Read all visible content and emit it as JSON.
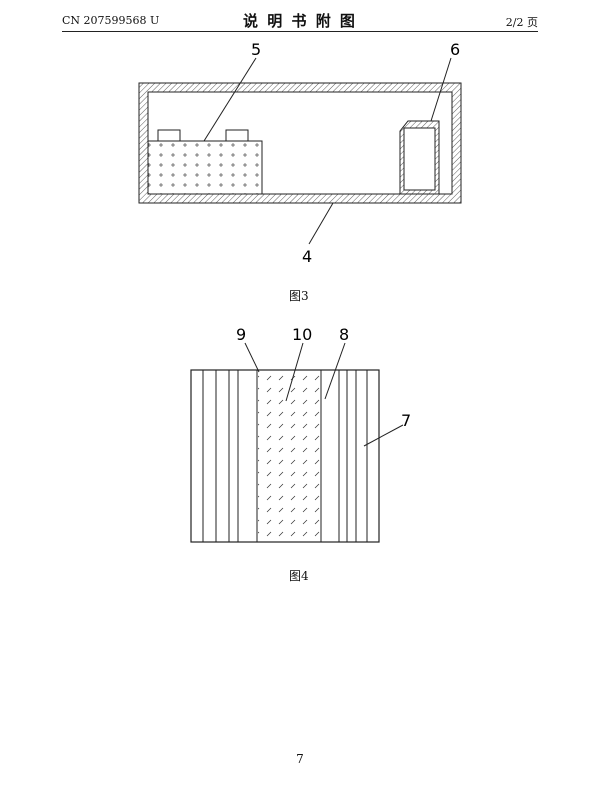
{
  "header": {
    "doc_number": "CN 207599568 U",
    "title": "说 明 书 附 图",
    "page": "2/2 页"
  },
  "figure3": {
    "caption": "图3",
    "labels": {
      "battery": "5",
      "device": "6",
      "case": "4"
    }
  },
  "figure4": {
    "caption": "图4",
    "labels": {
      "left_layer": "9",
      "center_layer": "10",
      "right_layer": "8",
      "outer": "7"
    }
  },
  "footer": {
    "page_number": "7"
  }
}
